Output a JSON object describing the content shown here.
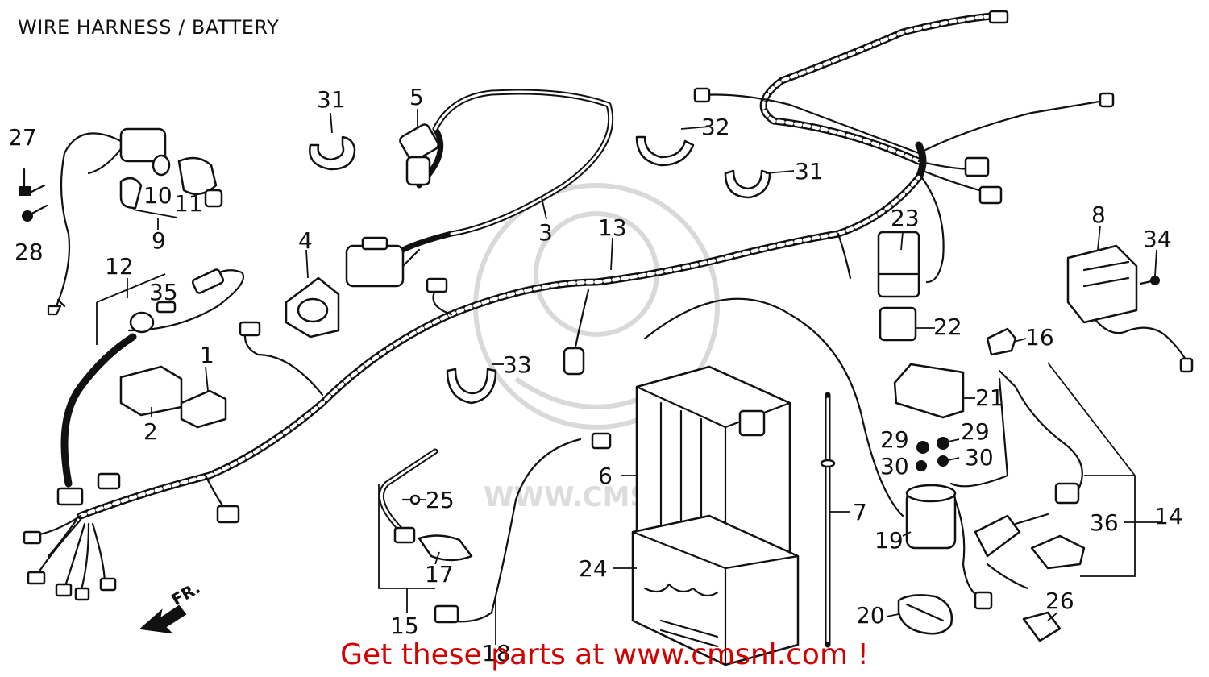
{
  "title": "WIRE HARNESS / BATTERY",
  "promo": "Get these parts at www.cmsnl.com !",
  "watermark": "WWW.CMSNL.COM",
  "direction_label": "FR.",
  "callouts": {
    "c27": "27",
    "c28": "28",
    "c10": "10",
    "c11": "11",
    "c9": "9",
    "c31a": "31",
    "c5": "5",
    "c32": "32",
    "c31b": "31",
    "c3": "3",
    "c13": "13",
    "c4": "4",
    "c12": "12",
    "c35": "35",
    "c1": "1",
    "c2": "2",
    "c33": "33",
    "c23": "23",
    "c22": "22",
    "c8": "8",
    "c34": "34",
    "c16": "16",
    "c21": "21",
    "c29a": "29",
    "c29b": "29",
    "c30a": "30",
    "c30b": "30",
    "c6": "6",
    "c7": "7",
    "c25": "25",
    "c19": "19",
    "c36": "36",
    "c14": "14",
    "c17": "17",
    "c24": "24",
    "c15": "15",
    "c20": "20",
    "c26": "26",
    "c18": "18"
  },
  "colors": {
    "line": "#111111",
    "promo": "#d40000",
    "watermark": "#d9d9d9"
  }
}
